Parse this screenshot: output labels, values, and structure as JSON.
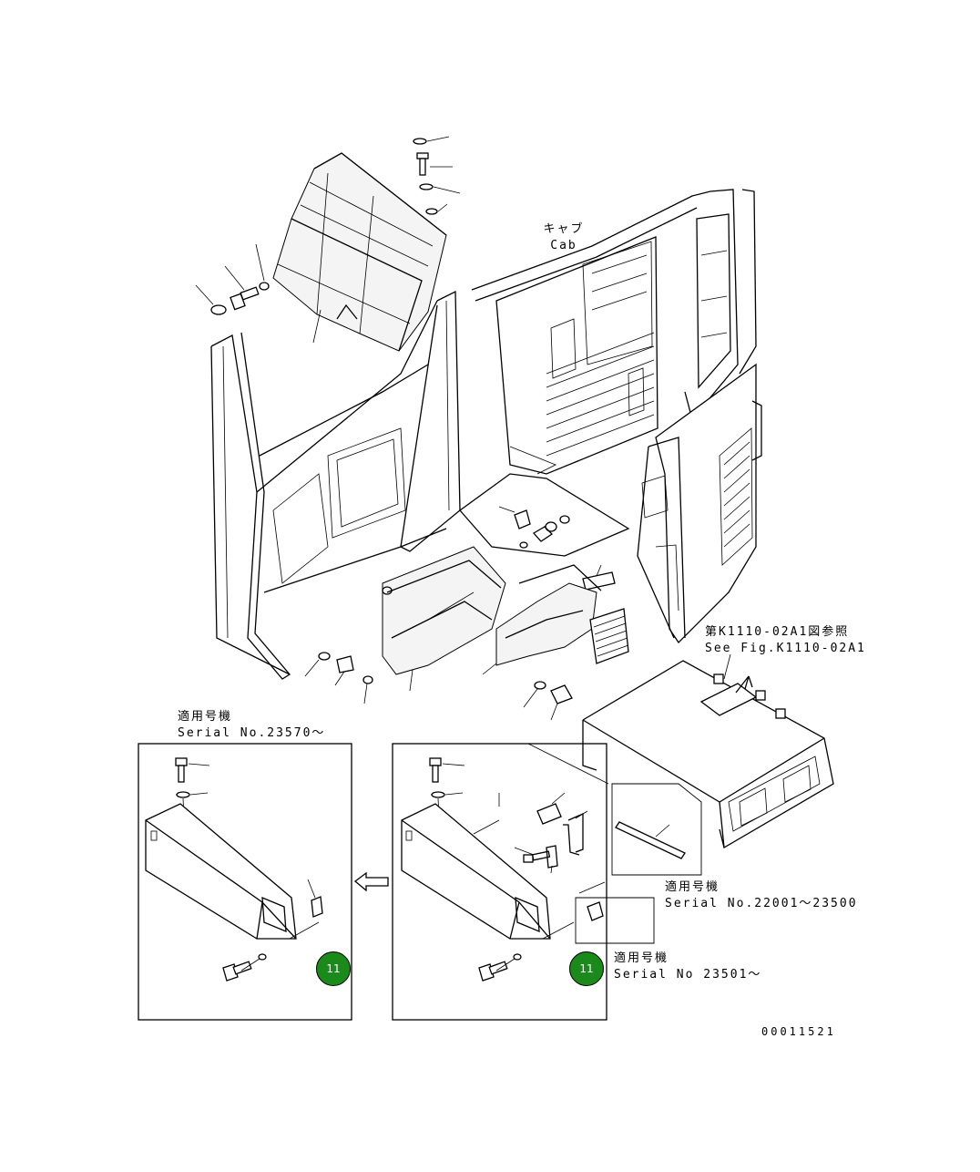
{
  "title": "",
  "labels": {
    "cab_jp": "キャブ",
    "cab_en": "Cab",
    "see_fig_jp": "第K1110-02A1図参照",
    "see_fig_en": "See Fig.K1110-02A1",
    "serial_left_jp": "適用号機",
    "serial_left_en": "Serial No.23570～",
    "serial_mid_jp": "適用号機",
    "serial_mid_en": "Serial No.22001～23500",
    "serial_right_jp": "適用号機",
    "serial_right_en": "Serial No 23501～",
    "drawing_number": "00011521"
  },
  "callouts": {
    "left_badge": "11",
    "right_badge": "11"
  },
  "colors": {
    "line": "#000000",
    "background": "#ffffff",
    "badge_fill": "#1a8a1a",
    "badge_text": "#ffffff"
  },
  "icons": {
    "arrow": "hollow-left-arrow"
  }
}
